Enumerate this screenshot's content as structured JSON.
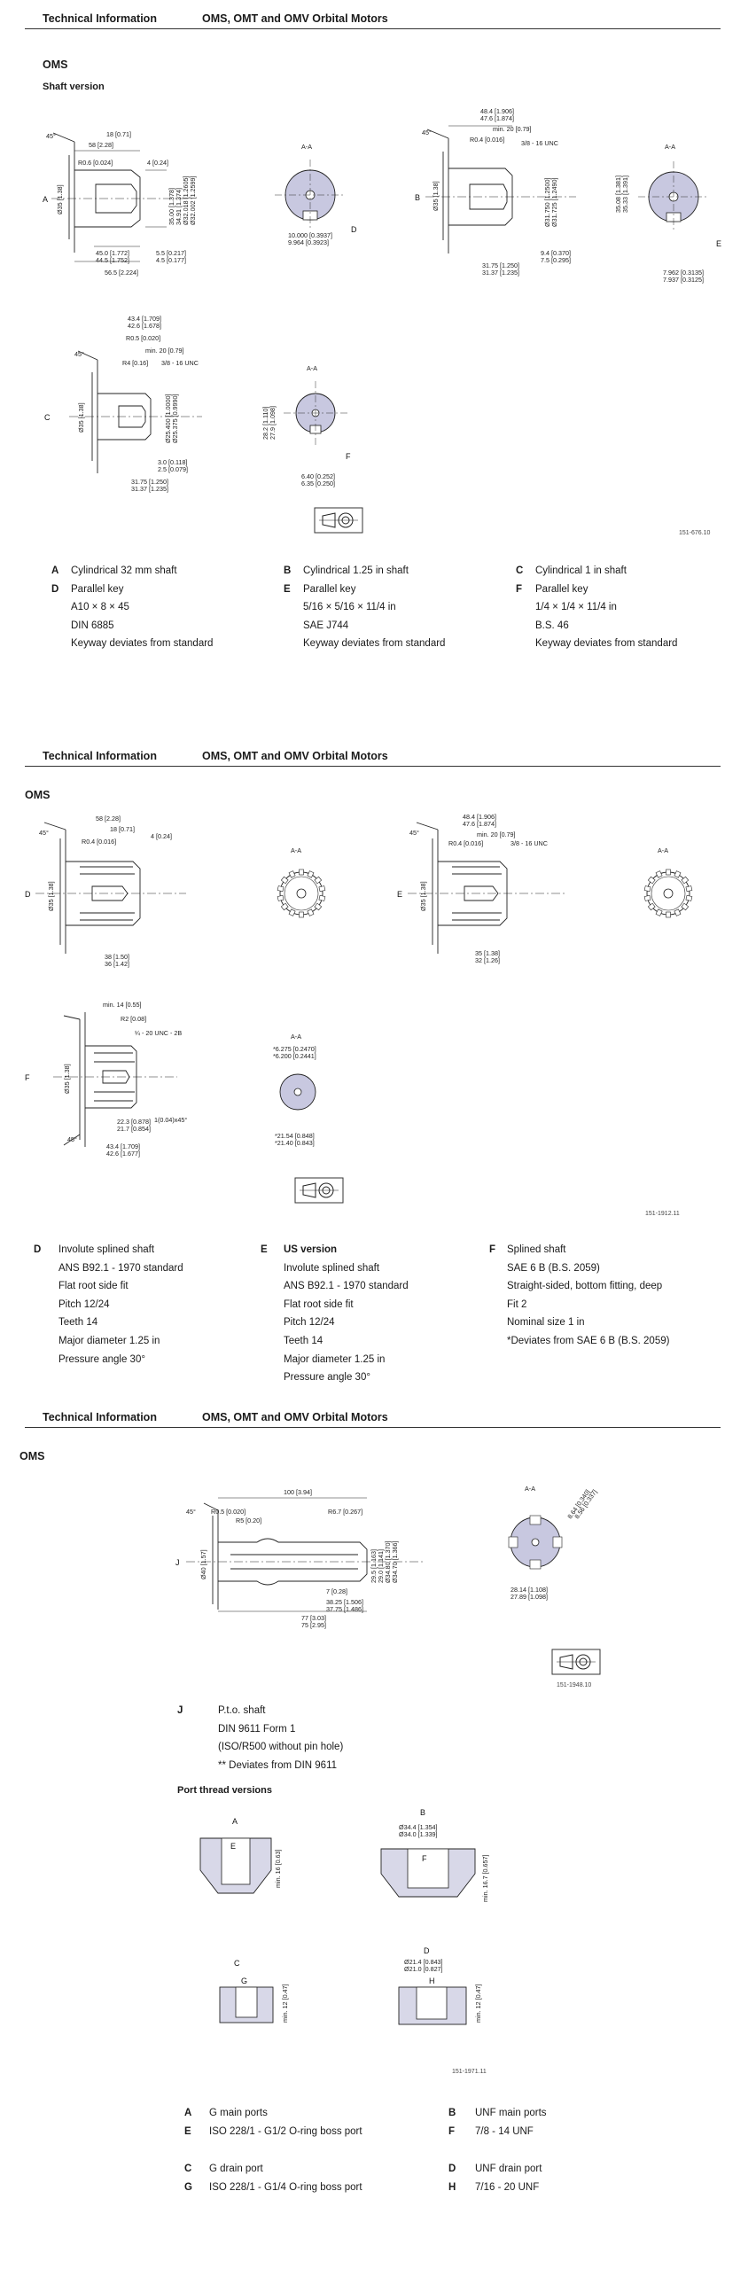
{
  "header": {
    "left": "Technical Information",
    "right": "OMS, OMT and OMV Orbital Motors"
  },
  "product": "OMS",
  "shaft_version_title": "Shaft version",
  "port_thread_title": "Port thread versions",
  "section_aa": "A-A",
  "fig_numbers": {
    "s1": "151-676.10",
    "s2": "151-1912.11",
    "s3": "151-1948.10",
    "s4": "151-1971.11"
  },
  "section1": {
    "legend": [
      {
        "key": "A",
        "lines": [
          "Cylindrical 32 mm shaft"
        ]
      },
      {
        "key": "B",
        "lines": [
          "Cylindrical 1.25 in shaft"
        ]
      },
      {
        "key": "C",
        "lines": [
          "Cylindrical 1 in shaft"
        ]
      },
      {
        "key": "D",
        "lines": [
          "Parallel key",
          "A10 × 8 × 45",
          "DIN 6885",
          "Keyway deviates from standard"
        ]
      },
      {
        "key": "E",
        "lines": [
          "Parallel key",
          "5/16 × 5/16 × 11/4 in",
          "SAE J744",
          "Keyway deviates from standard"
        ]
      },
      {
        "key": "F",
        "lines": [
          "Parallel key",
          "1/4 × 1/4 × 11/4 in",
          "B.S. 46",
          "Keyway deviates from standard"
        ]
      }
    ],
    "dims_A": [
      "58 [2.28]",
      "18 [0.71]",
      "4 [0.24]",
      "R0.6 [0.024]",
      "Ø35 [1.38]",
      "35.00 [1.378]",
      "34.91 [1.374]",
      "Ø32.018 [1.2605]",
      "Ø32.002 [1.2599]",
      "45.0 [1.772]",
      "44.5 [1.752]",
      "5.5 [0.217]",
      "4.5 [0.177]",
      "56.5 [2.224]",
      "10.000 [0.3937]",
      "9.964 [0.3923]",
      "45°"
    ],
    "dims_B": [
      "48.4 [1.906]",
      "47.6 [1.874]",
      "min. 20 [0.79]",
      "R0.4 [0.016]",
      "3/8 - 16 UNC",
      "Ø35 [1.38]",
      "Ø31.750 [1.2500]",
      "Ø31.725 [1.2490]",
      "31.75 [1.250]",
      "31.37 [1.235]",
      "9.4 [0.370]",
      "7.5 [0.295]",
      "7.962 [0.3135]",
      "7.937 [0.3125]",
      "35.33 [1.391]",
      "35.08 [1.381]",
      "45°"
    ],
    "dims_C": [
      "43.4 [1.709]",
      "42.6 [1.678]",
      "R0.5 [0.020]",
      "min. 20 [0.79]",
      "R4 [0.16]",
      "3/8 - 16 UNC",
      "Ø35 [1.38]",
      "Ø25.400 [1.0000]",
      "Ø25.375 [0.9990]",
      "31.75 [1.250]",
      "31.37 [1.235]",
      "3.0 [0.118]",
      "2.5 [0.079]",
      "28.2 [1.110]",
      "27.9 [1.098]",
      "6.40 [0.252]",
      "6.35 [0.250]",
      "45°"
    ]
  },
  "section2": {
    "legend": [
      {
        "key": "D",
        "lines": [
          "Involute splined shaft",
          "ANS B92.1 - 1970 standard",
          "Flat root side fit",
          "Pitch 12/24",
          "Teeth 14",
          "Major diameter 1.25 in",
          "Pressure angle 30°"
        ]
      },
      {
        "key": "E",
        "title": "US version",
        "lines": [
          "Involute splined shaft",
          "ANS B92.1 - 1970 standard",
          "Flat root side fit",
          "Pitch 12/24",
          "Teeth 14",
          "Major diameter 1.25 in",
          "Pressure angle 30°"
        ]
      },
      {
        "key": "F",
        "lines": [
          "Splined shaft",
          "SAE 6 B (B.S. 2059)",
          "Straight-sided, bottom fitting, deep",
          "Fit 2",
          "Nominal size 1 in",
          "*Deviates from SAE 6 B (B.S. 2059)"
        ]
      }
    ],
    "dims_D": [
      "58 [2.28]",
      "18 [0.71]",
      "4 [0.24]",
      "R0.4 [0.016]",
      "Ø35 [1.38]",
      "38 [1.50]",
      "36 [1.42]",
      "45°"
    ],
    "dims_E": [
      "48.4 [1.906]",
      "47.6 [1.874]",
      "min. 20 [0.79]",
      "R0.4 [0.016]",
      "3/8 - 16 UNC",
      "Ø35 [1.38]",
      "35 [1.38]",
      "32 [1.26]",
      "45°"
    ],
    "dims_F": [
      "min. 14 [0.55]",
      "R2 [0.08]",
      "¼ - 20 UNC - 2B",
      "Ø35 [1.38]",
      "22.3 [0.878]",
      "21.7 [0.854]",
      "43.4 [1.709]",
      "42.6 [1.677]",
      "1(0.04)x45°",
      "*6.275 [0.2470]",
      "*6.200 [0.2441]",
      "*21.54 [0.848]",
      "*21.40 [0.843]",
      "45°"
    ]
  },
  "section3": {
    "legend": [
      {
        "key": "J",
        "lines": [
          "P.t.o. shaft",
          "DIN 9611 Form 1",
          "(ISO/R500 without pin hole)",
          "** Deviates from DIN 9611"
        ]
      }
    ],
    "dims_J": [
      "100 [3.94]",
      "R0.5 [0.020]",
      "R5 [0.20]",
      "R6.7 [0.267]",
      "Ø40 [1.57]",
      "29.5 [1.163]",
      "29.0 [1.141]",
      "Ø34.80 [1.370]",
      "Ø34.70 [1.366]",
      "7 [0.28]",
      "38.25 [1.506]",
      "37.75 [1.486]",
      "77 [3.03]",
      "75 [2.95]",
      "28.14 [1.108]",
      "27.89 [1.098]",
      "8.64 [0.340]",
      "8.56 [0.337]",
      "45°"
    ]
  },
  "ports": {
    "dims_B": [
      "Ø34.4 [1.354]",
      "Ø34.0 [1.339]",
      "min. 16.7 [0.657]"
    ],
    "dims_A": [
      "min. 16 [0.63]"
    ],
    "dims_D": [
      "Ø21.4 [0.843]",
      "Ø21.0 [0.827]",
      "min. 12 [0.47]"
    ],
    "dims_C": [
      "min. 12 [0.47]"
    ],
    "letters": {
      "E": "E",
      "F": "F",
      "G": "G",
      "H": "H"
    },
    "legend": [
      {
        "key": "A",
        "text": "G main ports"
      },
      {
        "key": "B",
        "text": "UNF main ports"
      },
      {
        "key": "E",
        "text": "ISO 228/1 - G1/2 O-ring boss port"
      },
      {
        "key": "F",
        "text": "7/8 - 14 UNF"
      },
      {
        "key": "C",
        "text": "G drain port"
      },
      {
        "key": "D",
        "text": "UNF drain port"
      },
      {
        "key": "G",
        "text": "ISO 228/1 - G1/4 O-ring boss port"
      },
      {
        "key": "H",
        "text": "7/16 - 20 UNF"
      }
    ]
  }
}
